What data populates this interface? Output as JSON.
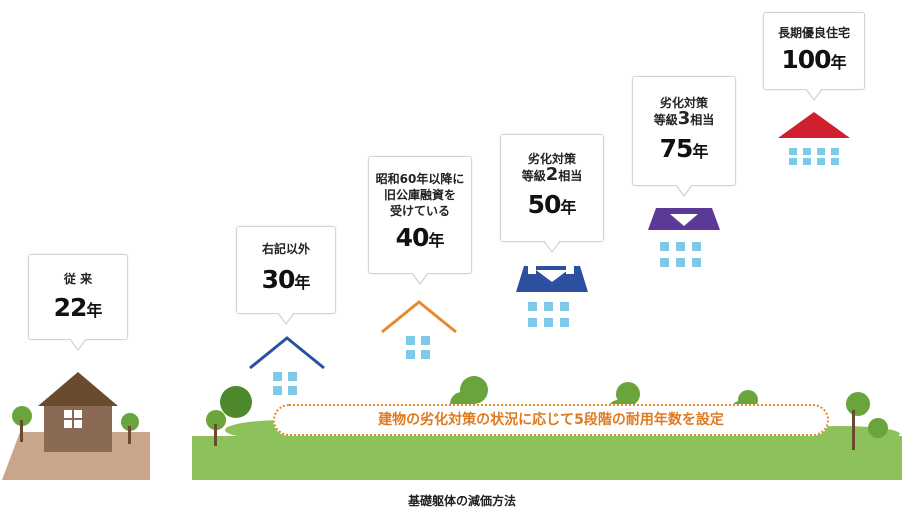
{
  "items": [
    {
      "caption": [
        "従 来"
      ],
      "number": "22",
      "unit": "年",
      "color": "#6b4b2f"
    },
    {
      "caption": [
        "右記以外"
      ],
      "number": "30",
      "unit": "年",
      "color": "#2c4fa0"
    },
    {
      "caption": [
        "昭和60年以降に",
        "旧公庫融資を",
        "受けている"
      ],
      "number": "40",
      "unit": "年",
      "color": "#e8892d"
    },
    {
      "caption": [
        "劣化対策"
      ],
      "grade_prefix": "等級",
      "grade": "2",
      "grade_suffix": "相当",
      "number": "50",
      "unit": "年",
      "color": "#2c4fa0"
    },
    {
      "caption": [
        "劣化対策"
      ],
      "grade_prefix": "等級",
      "grade": "3",
      "grade_suffix": "相当",
      "number": "75",
      "unit": "年",
      "color": "#5a3a96"
    },
    {
      "caption": [
        "長期優良住宅"
      ],
      "number": "100",
      "unit": "年",
      "color": "#d0202f"
    }
  ],
  "ribbon_text": "建物の劣化対策の状況に応じて5段階の耐用年数を設定",
  "footer_text": "基礎躯体の減価方法",
  "colors": {
    "ground": "#8dc15a",
    "ground_old": "#c9a58b",
    "tree": "#6aa43c",
    "window": "#7ec9ea"
  }
}
